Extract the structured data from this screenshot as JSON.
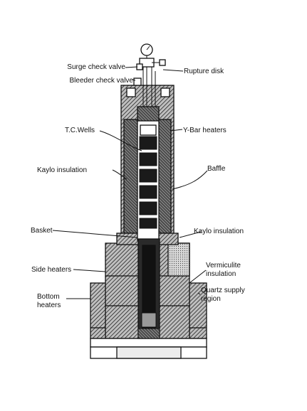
{
  "labels": {
    "surge_check_valve": "Surge check valve",
    "rupture_disk": "Rupture disk",
    "bleeder_check_valve": "Bleeder check valve",
    "tc_wells": "T.C.Wells",
    "y_bar_heaters": "Y-Bar heaters",
    "kaylo_insulation_upper": "Kaylo insulation",
    "baffle": "Baffle",
    "basket": "Basket",
    "kaylo_insulation_lower": "Kaylo insulation",
    "vermiculite_line1": "Vermiculite",
    "vermiculite_line2": "insulation",
    "side_heaters": "Side heaters",
    "quartz_line1": "Quartz supply",
    "quartz_line2": "region",
    "bottom_heaters_line1": "Bottom",
    "bottom_heaters_line2": "heaters"
  },
  "colors": {
    "ink": "#111111",
    "hatch": "#222222",
    "background": "#ffffff"
  }
}
